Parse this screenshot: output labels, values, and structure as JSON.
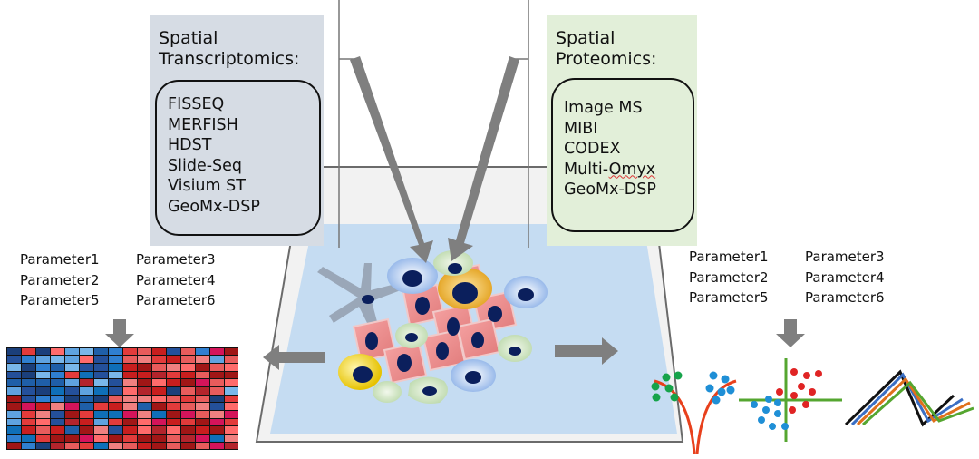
{
  "left_panel": {
    "title_lines": [
      "Spatial",
      "Transcriptomics:"
    ],
    "methods": [
      "FISSEQ",
      "MERFISH",
      "HDST",
      "Slide-Seq",
      "Visium ST",
      "GeoMx-DSP"
    ],
    "color": "#d6dce4"
  },
  "right_panel": {
    "title_lines": [
      "Spatial",
      "Proteomics:"
    ],
    "methods": [
      "Image MS",
      "MIBI",
      "CODEX",
      "Multi-",
      "Omyx",
      "GeoMx-DSP"
    ],
    "color": "#e2efd9"
  },
  "left_params": {
    "col1": [
      "Parameter1",
      "Parameter2",
      "Parameter5"
    ],
    "col2": [
      "Parameter3",
      "Parameter4",
      "Parameter6"
    ]
  },
  "right_params": {
    "col1": [
      "Parameter1",
      "Parameter2",
      "Parameter5"
    ],
    "col2": [
      "Parameter3",
      "Parameter4",
      "Parameter6"
    ]
  },
  "colors": {
    "arrow": "#7f7f7f",
    "tissue": "#c5dcf2",
    "slide": "#f2f2f2",
    "nucleus": "#0b1f5c",
    "red_curve": "#e8401c",
    "green_dots": "#16a34a",
    "blue_dots": "#1f8fd6",
    "red_dots": "#e02424",
    "axis_green": "#55a630"
  }
}
